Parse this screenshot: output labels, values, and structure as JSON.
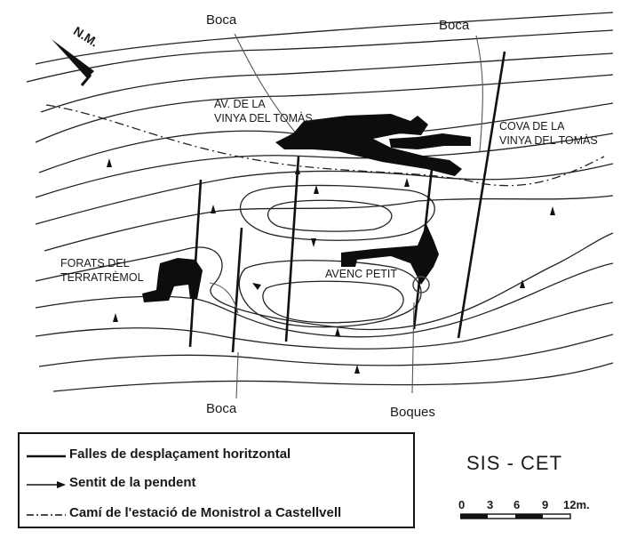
{
  "labels": {
    "boca_top_left": "Boca",
    "boca_top_right": "Boca",
    "boca_bottom": "Boca",
    "boques_bottom": "Boques",
    "north": "N.M.",
    "av_vinya_line1": "AV. DE LA",
    "av_vinya_line2": "VINYA DEL TOMÀS",
    "cova_vinya_line1": "COVA DE LA",
    "cova_vinya_line2": "VINYA DEL TOMÀS",
    "forats_line1": "FORATS DEL",
    "forats_line2": "TERRATRÈMOL",
    "avenc_petit": "AVENC PETIT"
  },
  "legend": {
    "faults": "Falles de desplaçament horitzontal",
    "slope": "Sentit de la pendent",
    "path": "Camí de l'estació de Monistrol a Castellvell"
  },
  "title": "SIS - CET",
  "scale": {
    "ticks": [
      "0",
      "3",
      "6",
      "9",
      "12m."
    ]
  },
  "colors": {
    "ink": "#111111",
    "paper": "#ffffff"
  }
}
